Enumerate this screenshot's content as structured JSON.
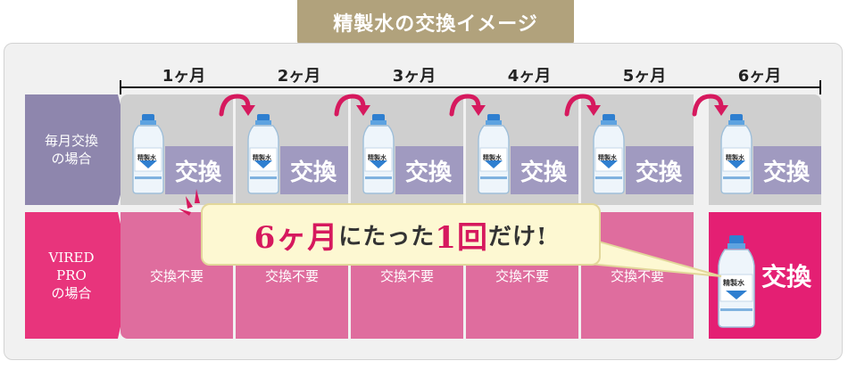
{
  "title": "精製水の交換イメージ",
  "months": [
    "1ヶ月",
    "2ヶ月",
    "3ヶ月",
    "4ヶ月",
    "5ヶ月",
    "6ヶ月"
  ],
  "rows": {
    "monthly": {
      "label": "毎月交換\nの場合",
      "cell_text": "交換"
    },
    "vired": {
      "label": "VIRED\nPRO\nの場合",
      "cell_text": "交換不要",
      "final_text": "交換"
    }
  },
  "callout": {
    "prefix": "6ヶ月",
    "middle": "にたった",
    "count": "1回",
    "suffix": "だけ!"
  },
  "bottle_label": "精製水",
  "colors": {
    "gold": "#b1a27c",
    "lavender": "#8e86ad",
    "pink": "#e8347c",
    "red": "#d6195e",
    "cream": "#fdf8d2"
  }
}
